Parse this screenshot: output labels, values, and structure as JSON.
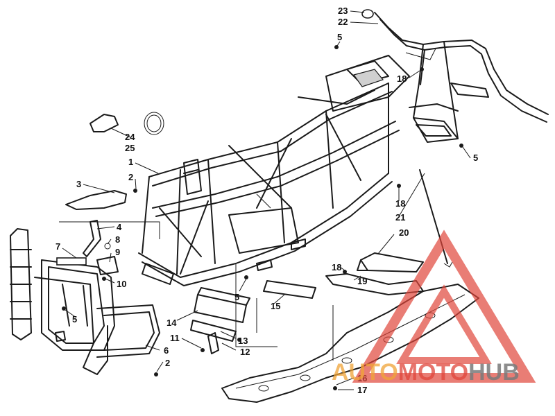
{
  "callouts": {
    "c23": "23",
    "c22": "22",
    "c5a": "5",
    "c18a": "18",
    "c5b": "5",
    "c24": "24",
    "c25": "25",
    "c1": "1",
    "c2a": "2",
    "c3": "3",
    "c18b": "18",
    "c21": "21",
    "c20": "20",
    "c4": "4",
    "c8": "8",
    "c9": "9",
    "c7": "7",
    "c10": "10",
    "c18c": "18",
    "c19": "19",
    "c5c": "5",
    "c15": "15",
    "c5d": "5",
    "c14": "14",
    "c11": "11",
    "c13": "13",
    "c6": "6",
    "c12": "12",
    "c2b": "2",
    "c16": "16",
    "c17": "17"
  },
  "watermark": {
    "auto": "AUTO",
    "moto": "MOTO",
    "hub": "HUB",
    "triangle_color": "#e0463b",
    "auto_color": "#f0a437",
    "hub_color": "#7a7a7a"
  }
}
